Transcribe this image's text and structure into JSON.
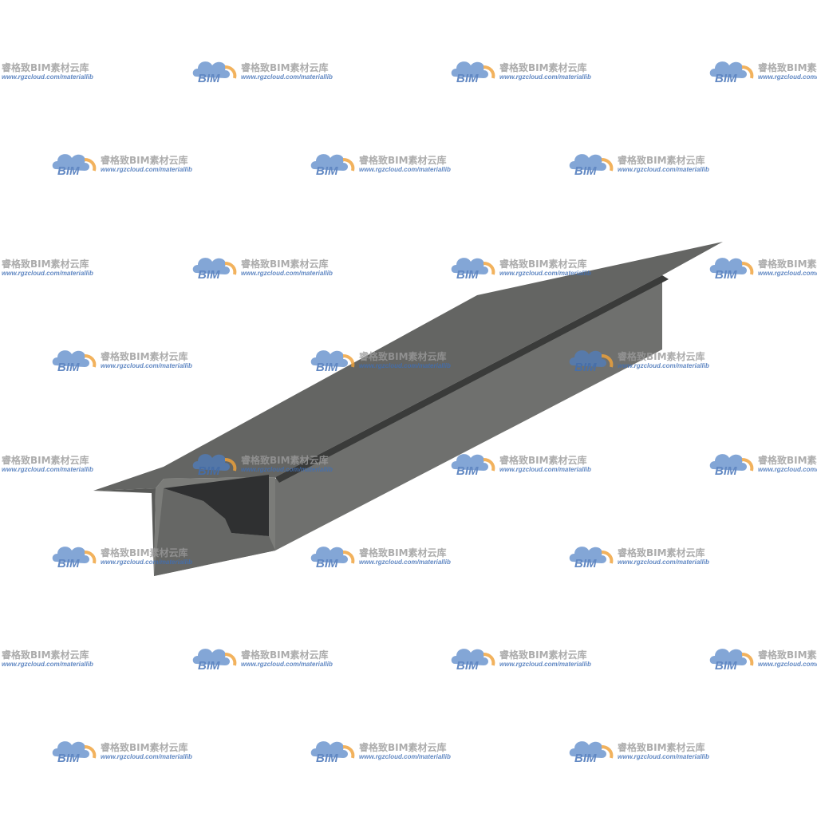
{
  "scene": {
    "background_color": "#ffffff",
    "object": "channel-beam",
    "colors": {
      "top_face": "#646563",
      "web_face": "#717270",
      "inner_dark": "#2f3031",
      "inner_floor": "#5d5e5c",
      "end_face": "#7b7c79",
      "groove": "#3a3b3a"
    }
  },
  "watermark": {
    "brand": "BIM",
    "title": "睿格致BIM素材云库",
    "url": "www.rgzcloud.com/materiallib",
    "logo_colors": {
      "cloud_blue": "#4d7fc4",
      "swoosh_orange": "#f0a23a",
      "text_blue": "#3f6fb6"
    }
  }
}
